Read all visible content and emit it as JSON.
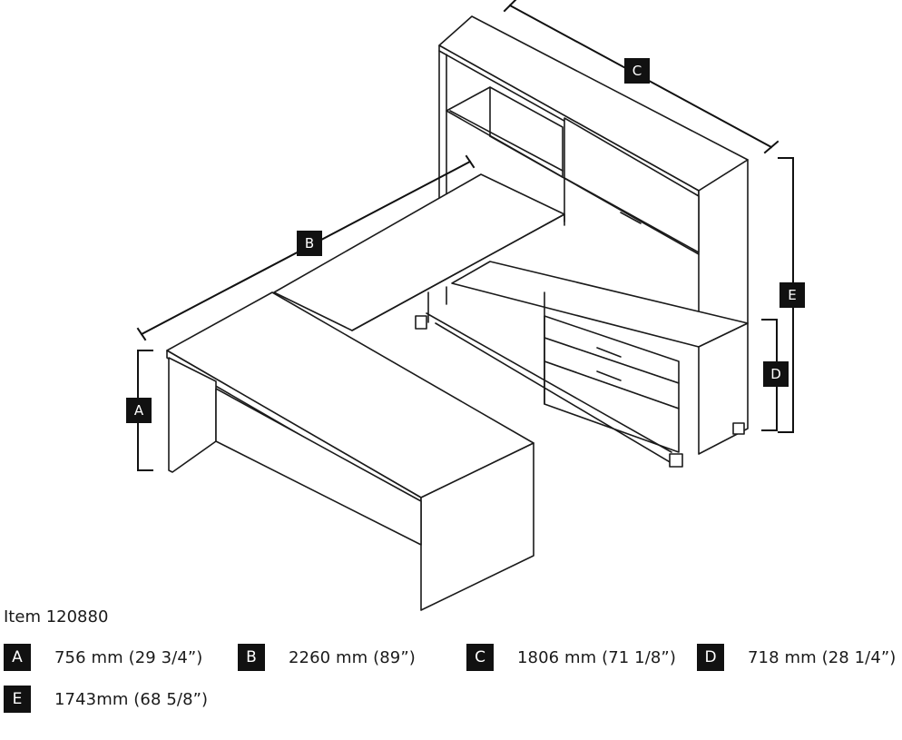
{
  "item_label": "Item 120880",
  "dimension_tags": {
    "A": "A",
    "B": "B",
    "C": "C",
    "D": "D",
    "E": "E"
  },
  "specs": [
    {
      "letter": "A",
      "value": "756 mm (29 3/4”)"
    },
    {
      "letter": "B",
      "value": "2260 mm (89”)"
    },
    {
      "letter": "C",
      "value": "1806 mm (71 1/8”)"
    },
    {
      "letter": "D",
      "value": "718 mm (28 1/4”)"
    },
    {
      "letter": "E",
      "value": "1743mm (68 5/8”)"
    }
  ],
  "colors": {
    "line": "#1a1a1a",
    "badge": "#111111",
    "background": "#ffffff"
  }
}
